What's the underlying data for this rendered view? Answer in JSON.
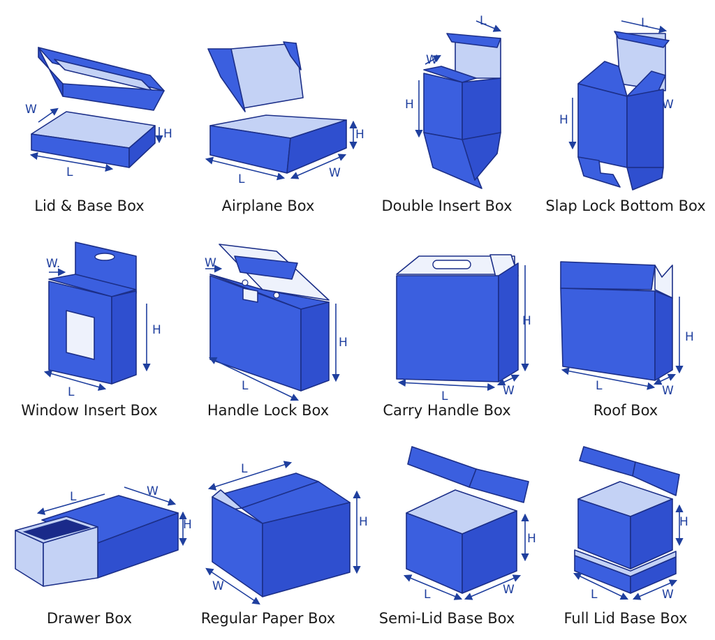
{
  "boxes": [
    {
      "caption": "Lid & Base Box",
      "dims": {
        "w": "W",
        "h": "H",
        "l": "L"
      }
    },
    {
      "caption": "Airplane Box",
      "dims": {
        "h": "H",
        "l": "L",
        "w": "W"
      }
    },
    {
      "caption": "Double Insert Box",
      "dims": {
        "l": "L",
        "w": "W",
        "h": "H"
      }
    },
    {
      "caption": "Slap Lock Bottom Box",
      "dims": {
        "l": "L",
        "w": "W",
        "h": "H"
      }
    },
    {
      "caption": "Window Insert Box",
      "dims": {
        "w": "W.",
        "h": "H",
        "l": "L"
      }
    },
    {
      "caption": "Handle Lock Box",
      "dims": {
        "w": "W",
        "h": "H",
        "l": "L"
      }
    },
    {
      "caption": "Carry Handle Box",
      "dims": {
        "h": "H",
        "l": "L",
        "w": "W"
      }
    },
    {
      "caption": "Roof Box",
      "dims": {
        "h": "H",
        "l": "L",
        "w": "W"
      }
    },
    {
      "caption": "Drawer Box",
      "dims": {
        "l": "L",
        "w": "W",
        "h": "H"
      }
    },
    {
      "caption": "Regular Paper Box",
      "dims": {
        "l": "L",
        "h": "H",
        "w": "W"
      }
    },
    {
      "caption": "Semi-Lid Base Box",
      "dims": {
        "h": "H",
        "l": "L",
        "w": "W"
      }
    },
    {
      "caption": "Full Lid Base Box",
      "dims": {
        "h": "H",
        "l": "L",
        "w": "W"
      }
    }
  ],
  "colors": {
    "box_face": "#3b5fdf",
    "box_dark": "#2f4fcf",
    "box_inner": "#c4d2f5",
    "outline": "#1c2f88",
    "dimension_text": "#1f3f9e"
  }
}
